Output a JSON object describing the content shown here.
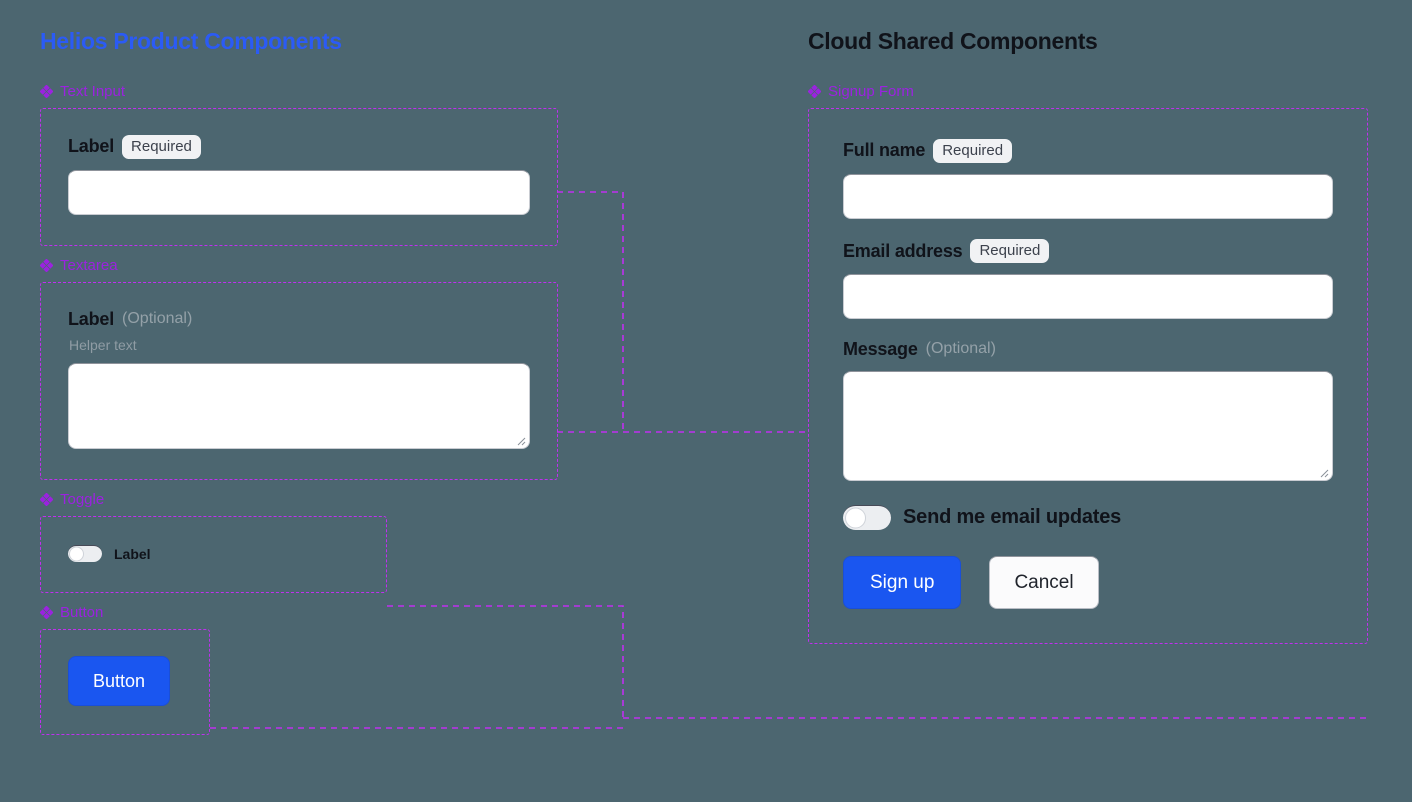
{
  "theme": {
    "background": "#4c6670",
    "accent_blue": "#2b5bf5",
    "component_purple": "#9b22e0",
    "connector_purple": "#c02ff0",
    "primary_button": "#1a56f0",
    "badge_bg": "#f1f2f4"
  },
  "left_panel": {
    "title": "Helios Product Components",
    "sections": [
      {
        "id": "text-input",
        "icon": "component-diamond-icon",
        "label": "Text Input",
        "field": {
          "label": "Label",
          "badge": "Required",
          "value": "",
          "placeholder": ""
        }
      },
      {
        "id": "textarea",
        "icon": "component-diamond-icon",
        "label": "Textarea",
        "field": {
          "label": "Label",
          "optional": "(Optional)",
          "helper": "Helper text",
          "value": "",
          "placeholder": ""
        }
      },
      {
        "id": "toggle",
        "icon": "component-diamond-icon",
        "label": "Toggle",
        "field": {
          "label": "Label",
          "state": "off"
        }
      },
      {
        "id": "button",
        "icon": "component-diamond-icon",
        "label": "Button",
        "field": {
          "label": "Button"
        }
      }
    ]
  },
  "right_panel": {
    "title": "Cloud Shared Components",
    "section": {
      "id": "signup-form",
      "icon": "component-diamond-icon",
      "label": "Signup Form",
      "fields": {
        "full_name": {
          "label": "Full name",
          "badge": "Required",
          "value": "",
          "placeholder": ""
        },
        "email": {
          "label": "Email address",
          "badge": "Required",
          "value": "",
          "placeholder": ""
        },
        "message": {
          "label": "Message",
          "optional": "(Optional)",
          "value": "",
          "placeholder": ""
        },
        "updates_toggle": {
          "label": "Send me email updates",
          "state": "off"
        }
      },
      "actions": {
        "submit": "Sign up",
        "cancel": "Cancel"
      }
    }
  }
}
